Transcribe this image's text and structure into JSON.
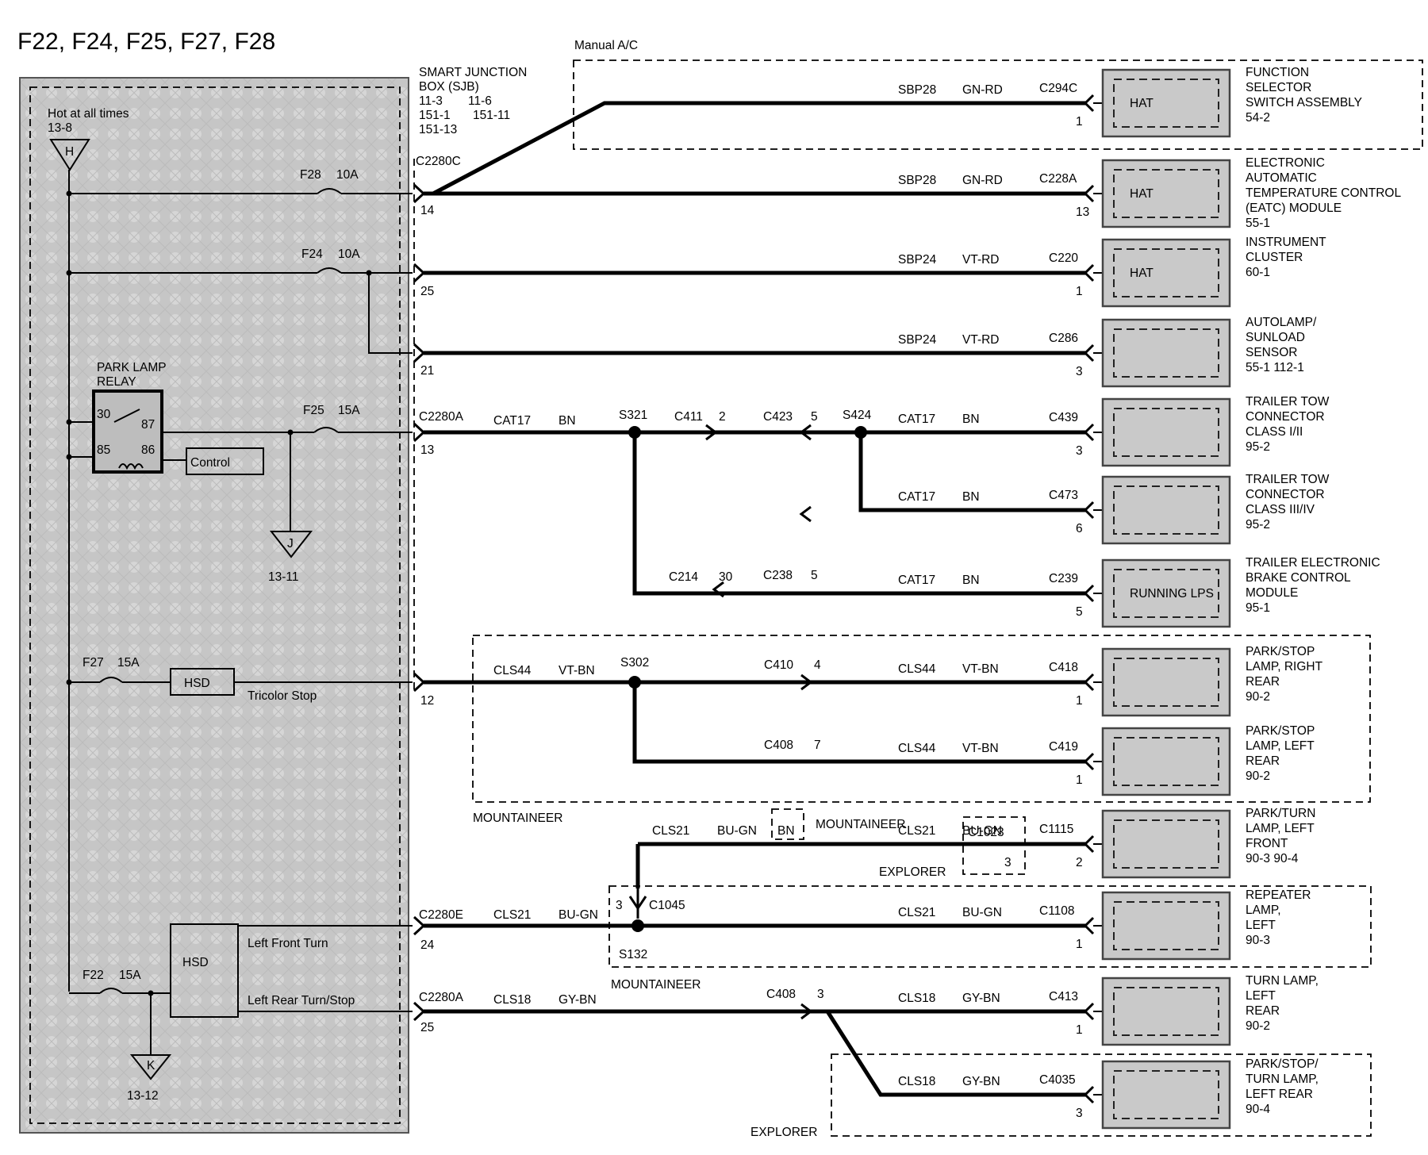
{
  "title": "F22, F24, F25, F27, F28",
  "sjb": {
    "hot_label": "Hot at all times",
    "hot_ref": "13-8",
    "hot_symbol": "H",
    "name_line1": "SMART  JUNCTION",
    "name_line2": "BOX (SJB)",
    "refs": [
      "11-3",
      "11-6",
      "151-1",
      "151-11",
      "151-13"
    ],
    "fuses": {
      "f28": "F28",
      "f28_amp": "10A",
      "f24": "F24",
      "f24_amp": "10A",
      "f25": "F25",
      "f25_amp": "15A",
      "f27": "F27",
      "f27_amp": "15A",
      "f22": "F22",
      "f22_amp": "15A"
    },
    "relay_label_1": "PARK LAMP",
    "relay_label_2": "RELAY",
    "relay_pins": [
      "30",
      "87",
      "85",
      "86"
    ],
    "control": "Control",
    "ground_j": "J",
    "ground_j_ref": "13-11",
    "ground_k": "K",
    "ground_k_ref": "13-12",
    "hsd": "HSD",
    "tricolor_stop": "Tricolor Stop",
    "left_front_turn": "Left Front Turn",
    "left_rear_turn_stop": "Left Rear Turn/Stop"
  },
  "labels": {
    "manual_ac": "Manual A/C",
    "mountaineer": "MOUNTAINEER",
    "explorer": "EXPLORER"
  },
  "connectors": {
    "c2280c": "C2280C",
    "c2280a": "C2280A",
    "c2280e": "C2280E",
    "pins": [
      "14",
      "25",
      "21",
      "13",
      "12",
      "24",
      "25"
    ]
  },
  "splices": {
    "s321": "S321",
    "s424": "S424",
    "s302": "S302",
    "s132": "S132",
    "c1045": "C1045",
    "c1045_pin": "3"
  },
  "inline": {
    "c411": "C411",
    "c411_pin": "2",
    "c423": "C423",
    "c423_pin": "5",
    "c214": "C214",
    "c214_pin": "30",
    "c238": "C238",
    "c238_pin": "5",
    "c410": "C410",
    "c410_pin": "4",
    "c408a": "C408",
    "c408a_pin": "7",
    "c408b": "C408",
    "c408b_pin": "3",
    "c1023": "C1023",
    "c1023_pin": "3",
    "bn_box": "BN"
  },
  "circuits": [
    {
      "circuit": "SBP28",
      "color": "GN-RD",
      "conn": "C294C",
      "pin": "1",
      "device": [
        "FUNCTION",
        "SELECTOR",
        "SWITCH ASSEMBLY",
        "54-2"
      ],
      "inner": "HAT"
    },
    {
      "circuit": "SBP28",
      "color": "GN-RD",
      "conn": "C228A",
      "pin": "13",
      "device": [
        "ELECTRONIC",
        "AUTOMATIC",
        "TEMPERATURE CONTROL",
        "(EATC) MODULE",
        "55-1"
      ],
      "inner": "HAT"
    },
    {
      "circuit": "SBP24",
      "color": "VT-RD",
      "conn": "C220",
      "pin": "1",
      "device": [
        "INSTRUMENT",
        "CLUSTER",
        "60-1"
      ],
      "inner": "HAT"
    },
    {
      "circuit": "SBP24",
      "color": "VT-RD",
      "conn": "C286",
      "pin": "3",
      "device": [
        "AUTOLAMP/",
        "SUNLOAD",
        "SENSOR",
        "55-1      112-1"
      ],
      "inner": ""
    },
    {
      "circuit": "CAT17",
      "color": "BN",
      "conn": "C439",
      "pin": "3",
      "device": [
        "TRAILER  TOW",
        "CONNECTOR",
        "CLASS I/II",
        "95-2"
      ],
      "inner": ""
    },
    {
      "circuit": "CAT17",
      "color": "BN",
      "conn": "C473",
      "pin": "6",
      "device": [
        "TRAILER  TOW",
        "CONNECTOR",
        "CLASS III/IV",
        "95-2"
      ],
      "inner": ""
    },
    {
      "circuit": "CAT17",
      "color": "BN",
      "conn": "C239",
      "pin": "5",
      "device": [
        "TRAILER ELECTRONIC",
        "BRAKE CONTROL",
        "MODULE",
        "95-1"
      ],
      "inner": "RUNNING LPS"
    },
    {
      "circuit": "CLS44",
      "color": "VT-BN",
      "conn": "C418",
      "pin": "1",
      "device": [
        "PARK/STOP",
        "LAMP, RIGHT",
        "REAR",
        "90-2"
      ],
      "inner": ""
    },
    {
      "circuit": "CLS44",
      "color": "VT-BN",
      "conn": "C419",
      "pin": "1",
      "device": [
        "PARK/STOP",
        "LAMP, LEFT",
        "REAR",
        "90-2"
      ],
      "inner": ""
    },
    {
      "circuit": "CLS21",
      "color": "BU-GN",
      "conn": "C1115",
      "pin": "2",
      "device": [
        "PARK/TURN",
        "LAMP, LEFT",
        "FRONT",
        "90-3      90-4"
      ],
      "inner": ""
    },
    {
      "circuit": "CLS21",
      "color": "BU-GN",
      "conn": "C1108",
      "pin": "1",
      "device": [
        "REPEATER",
        "LAMP,",
        "LEFT",
        "90-3"
      ],
      "inner": ""
    },
    {
      "circuit": "CLS18",
      "color": "GY-BN",
      "conn": "C413",
      "pin": "1",
      "device": [
        "TURN LAMP,",
        "LEFT",
        "REAR",
        "90-2"
      ],
      "inner": ""
    },
    {
      "circuit": "CLS18",
      "color": "GY-BN",
      "conn": "C4035",
      "pin": "3",
      "device": [
        "PARK/STOP/",
        "TURN LAMP,",
        "LEFT REAR",
        "90-4"
      ],
      "inner": ""
    }
  ],
  "source_wires": [
    {
      "circuit": "CAT17",
      "color": "BN"
    },
    {
      "circuit": "CLS44",
      "color": "VT-BN"
    },
    {
      "circuit": "CLS21",
      "color": "BU-GN"
    },
    {
      "circuit": "CLS18",
      "color": "GY-BN"
    },
    {
      "circuit": "CLS21",
      "color": "BU-GN"
    }
  ]
}
